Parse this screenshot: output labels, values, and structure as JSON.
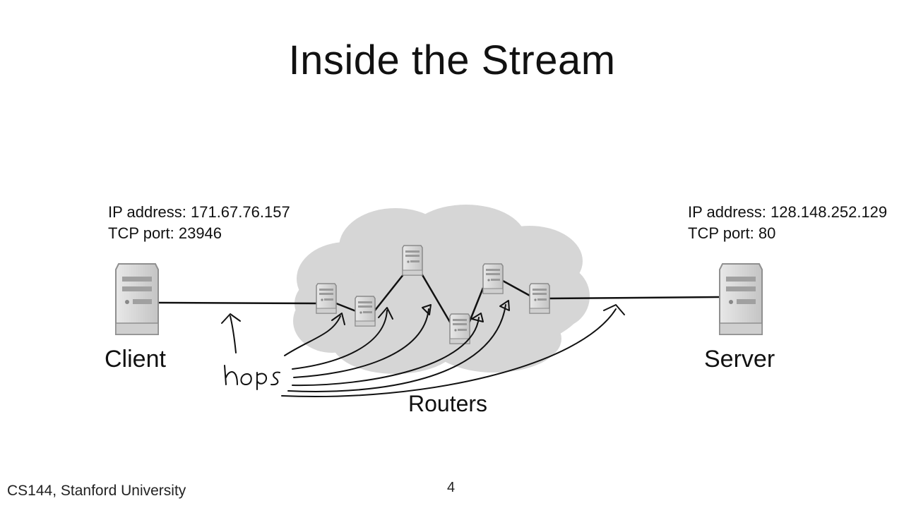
{
  "slide": {
    "title": "Inside the Stream",
    "footer": "CS144, Stanford University",
    "page_number": "4"
  },
  "client": {
    "label": "Client",
    "ip_line": "IP address: 171.67.76.157",
    "port_line": "TCP port: 23946"
  },
  "server": {
    "label": "Server",
    "ip_line": "IP address: 128.148.252.129",
    "port_line": "TCP port: 80"
  },
  "network": {
    "cloud_label": "Routers",
    "router_count": 6
  },
  "annotation": {
    "handwritten_text": "hops"
  },
  "colors": {
    "cloud": "#d6d6d6",
    "server_body": "#d9d9d9",
    "server_dark": "#8f8f8f",
    "line": "#111111"
  }
}
